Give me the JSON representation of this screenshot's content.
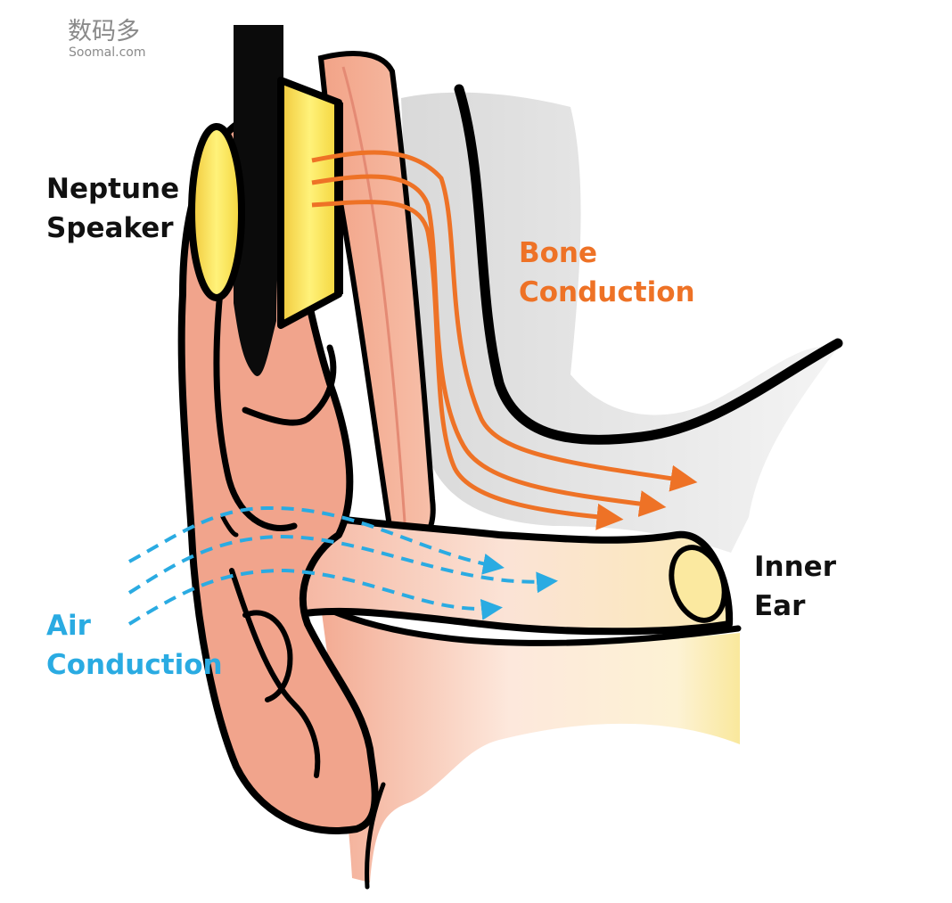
{
  "watermark": {
    "name_cn": "数码多",
    "name_en": "Soomal.com"
  },
  "labels": {
    "speaker": [
      "Neptune",
      "Speaker"
    ],
    "bone": [
      "Bone",
      "Conduction"
    ],
    "air": [
      "Air",
      "Conduction"
    ],
    "inner_ear": [
      "Inner",
      "Ear"
    ]
  },
  "colors": {
    "bone": "#ee7226",
    "air": "#2aabe2",
    "skin": "#f1a48c",
    "speaker": "#f5dc3a",
    "outline": "#000000"
  }
}
